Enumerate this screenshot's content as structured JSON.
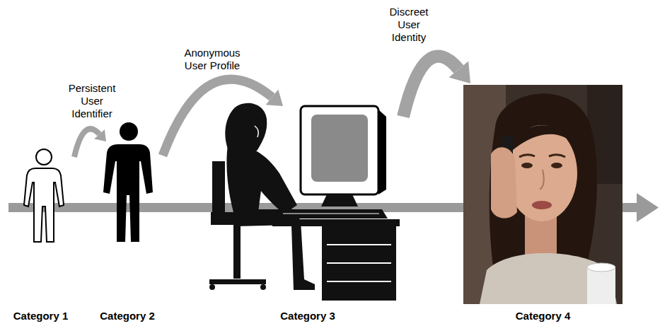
{
  "diagram": {
    "nodes": [
      {
        "text": [
          "Category 1"
        ]
      },
      {
        "text": [
          "Category 2"
        ]
      },
      {
        "text": [
          "Category 3"
        ]
      },
      {
        "text": [
          "Category 4"
        ]
      }
    ],
    "edges": [
      {
        "from": 0,
        "to": 1,
        "arrow": "to",
        "label": "Persistent User Identifier"
      },
      {
        "from": 1,
        "to": 2,
        "arrow": "to",
        "label": "Anonymous User Profile"
      },
      {
        "from": 2,
        "to": 3,
        "arrow": "to",
        "label": "Discreet User Identity"
      }
    ]
  }
}
